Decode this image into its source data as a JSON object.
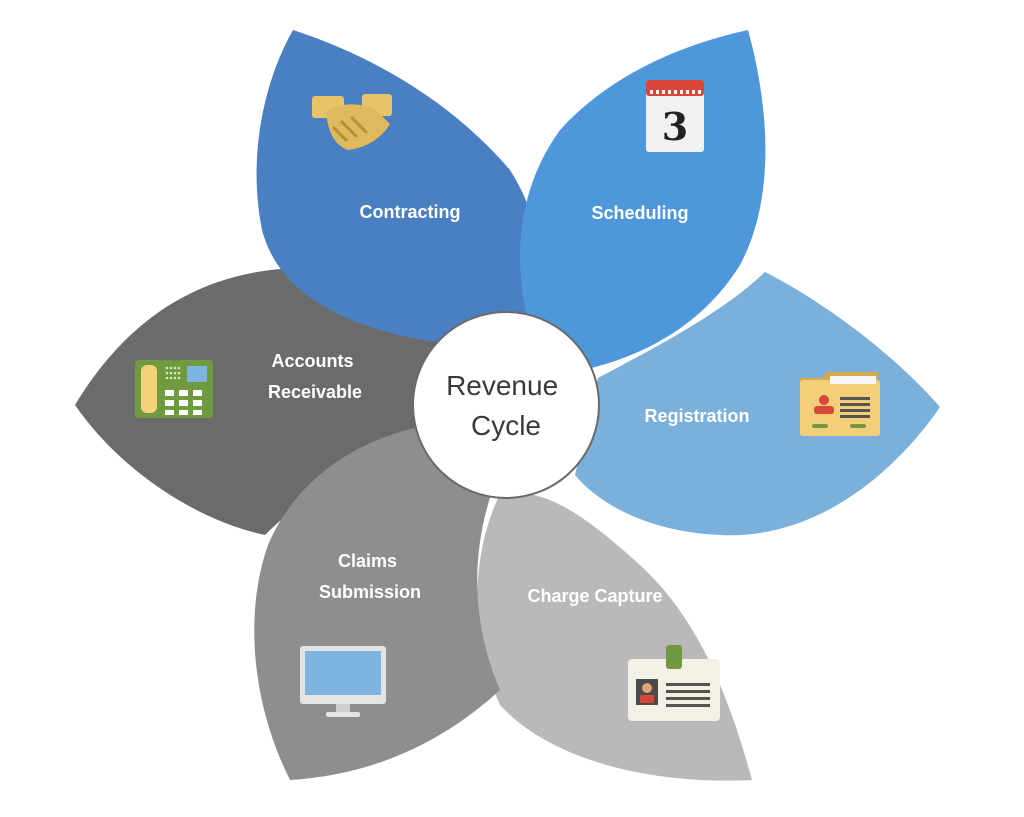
{
  "center": {
    "lines": [
      "Revenue",
      "Cycle"
    ]
  },
  "petals": [
    {
      "id": "contracting",
      "lines": [
        "Contracting"
      ],
      "color": "#4a7fc1",
      "icon": "handshake-icon"
    },
    {
      "id": "scheduling",
      "lines": [
        "Scheduling"
      ],
      "color": "#4f97db",
      "icon": "calendar-icon",
      "icon_text": "3"
    },
    {
      "id": "registration",
      "lines": [
        "Registration"
      ],
      "color": "#7ab0d9",
      "icon": "folder-id-icon"
    },
    {
      "id": "charge-capture",
      "lines": [
        "Charge Capture"
      ],
      "color": "#b9b9b9",
      "icon": "id-badge-icon"
    },
    {
      "id": "claims-submission",
      "lines": [
        "Claims",
        "Submission"
      ],
      "color": "#8e8e8e",
      "icon": "monitor-icon"
    },
    {
      "id": "accounts-receivable",
      "lines": [
        "Accounts",
        "Receivable"
      ],
      "color": "#6b6b6b",
      "icon": "phone-keypad-icon"
    }
  ]
}
